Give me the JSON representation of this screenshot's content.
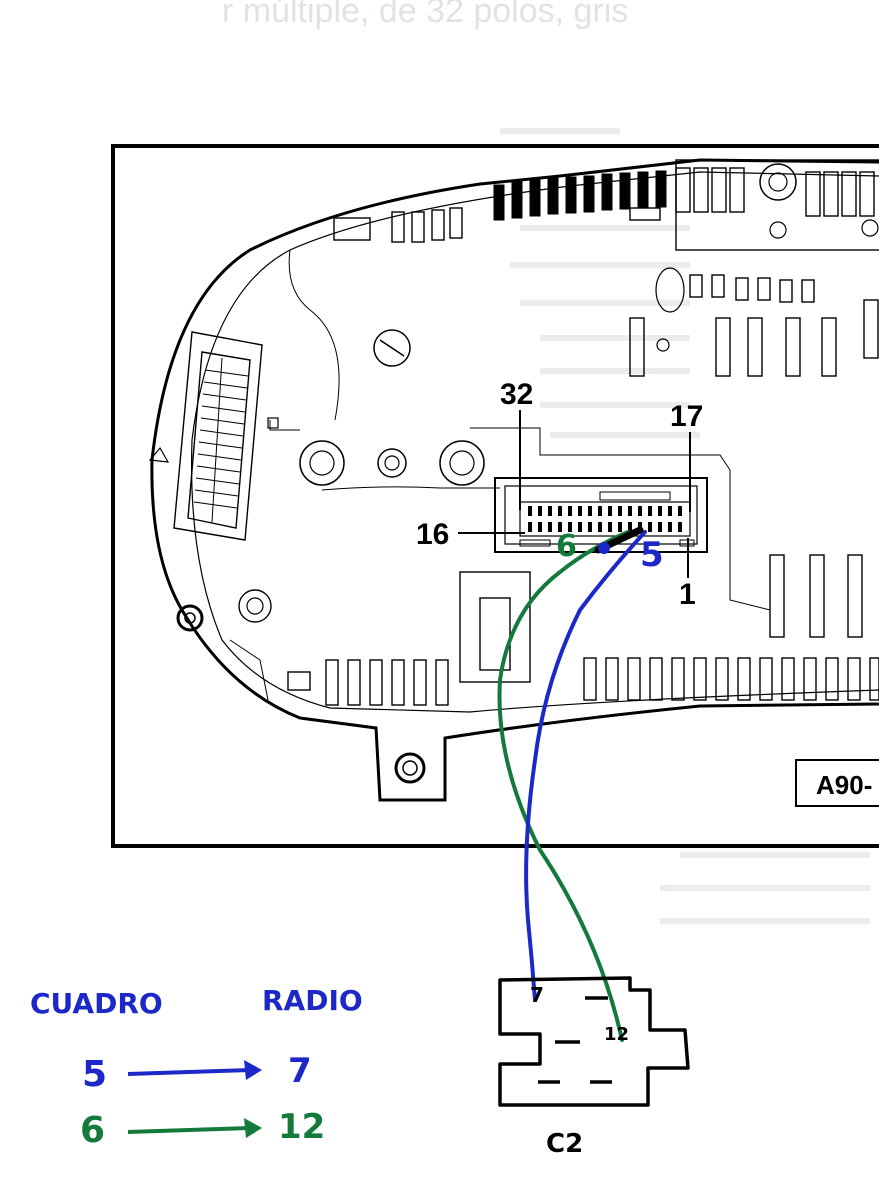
{
  "pins": {
    "p32": "32",
    "p17": "17",
    "p16": "16",
    "p1": "1",
    "wire6": "6",
    "wire5": "5"
  },
  "ref_box": "A90-",
  "connector": {
    "name": "C2",
    "pin_a": "7",
    "pin_b": "12"
  },
  "legend": {
    "left_header": "CUADRO",
    "right_header": "RADIO",
    "rows": [
      {
        "from": "5",
        "to": "7",
        "color": "#1c28c8"
      },
      {
        "from": "6",
        "to": "12",
        "color": "#137a3c"
      }
    ]
  },
  "colors": {
    "blue_wire": "#1c28c8",
    "green_wire": "#137a3c",
    "ink": "#000000"
  }
}
